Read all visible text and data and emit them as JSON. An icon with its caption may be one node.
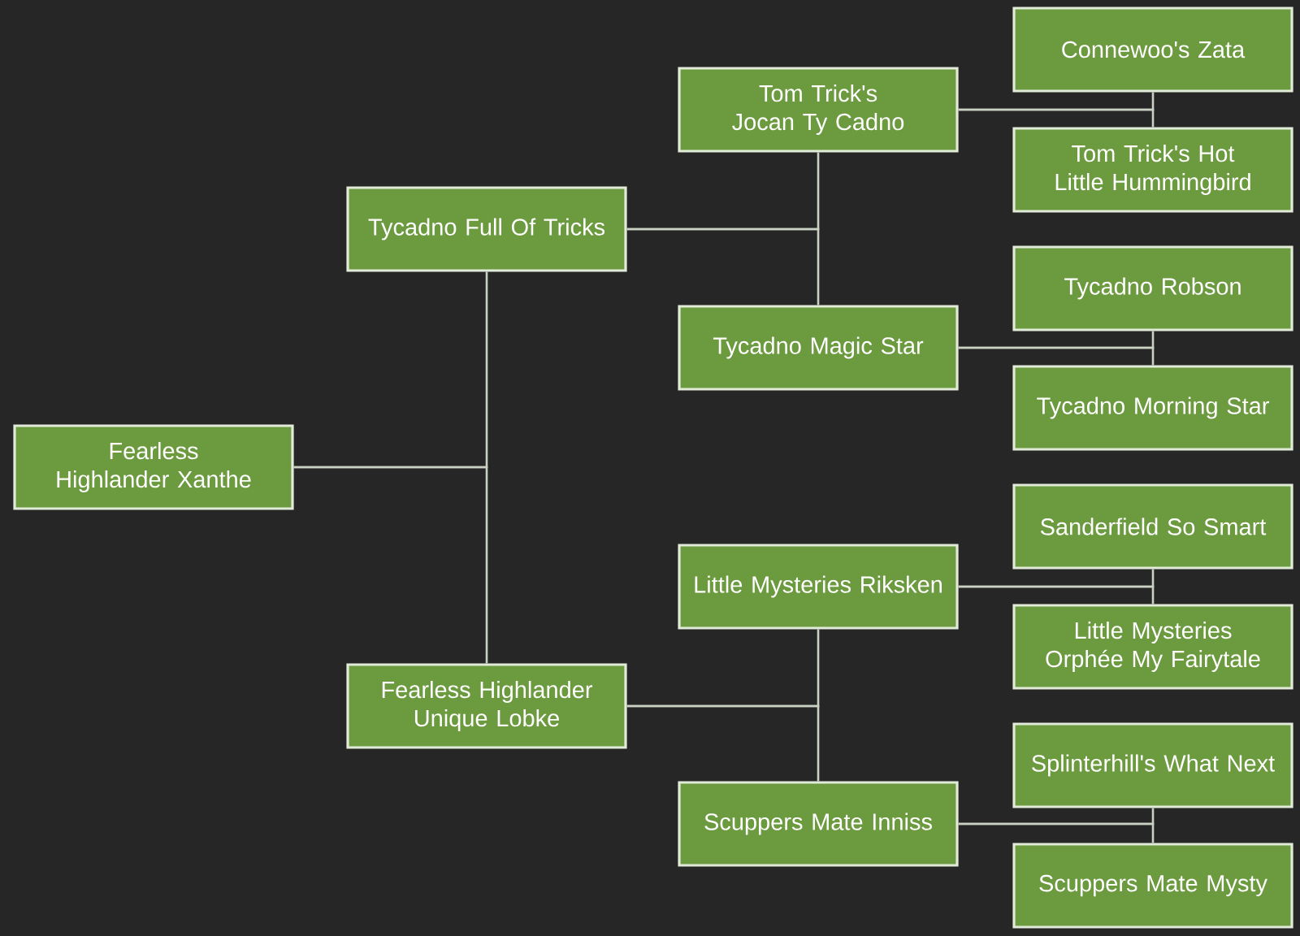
{
  "diagram": {
    "nodes": [
      {
        "text": [
          "Fearless Highlander Xanthe"
        ]
      },
      {
        "text": [
          "Tycadno Full Of Tricks"
        ]
      },
      {
        "text": [
          "Tom Trick's Jocan Ty Cadno"
        ]
      },
      {
        "text": [
          "Connewoo's Zata"
        ]
      },
      {
        "text": [
          "Tom Trick's Hot Little Hummingbird"
        ]
      },
      {
        "text": [
          "Tycadno Magic Star"
        ]
      },
      {
        "text": [
          "Tycadno Robson"
        ]
      },
      {
        "text": [
          "Tycadno Morning Star"
        ]
      },
      {
        "text": [
          "Fearless Highlander Unique Lobke"
        ]
      },
      {
        "text": [
          "Little Mysteries Riksken"
        ]
      },
      {
        "text": [
          "Sanderfield So Smart"
        ]
      },
      {
        "text": [
          "Little Mysteries Orphée My Fairytale"
        ]
      },
      {
        "text": [
          "Splinterhill's What Next"
        ]
      },
      {
        "text": [
          "Scuppers Mate Inniss"
        ]
      },
      {
        "text": [
          "Scuppers Mate Mysty"
        ]
      }
    ],
    "edges": [
      {
        "from": 0,
        "to": 1,
        "arrow": "none"
      },
      {
        "from": 0,
        "to": 8,
        "arrow": "none"
      },
      {
        "from": 1,
        "to": 2,
        "arrow": "none"
      },
      {
        "from": 1,
        "to": 5,
        "arrow": "none"
      },
      {
        "from": 2,
        "to": 3,
        "arrow": "none"
      },
      {
        "from": 2,
        "to": 4,
        "arrow": "none"
      },
      {
        "from": 5,
        "to": 6,
        "arrow": "none"
      },
      {
        "from": 5,
        "to": 7,
        "arrow": "none"
      },
      {
        "from": 8,
        "to": 9,
        "arrow": "none"
      },
      {
        "from": 8,
        "to": 13,
        "arrow": "none"
      },
      {
        "from": 9,
        "to": 10,
        "arrow": "none"
      },
      {
        "from": 9,
        "to": 11,
        "arrow": "none"
      },
      {
        "from": 13,
        "to": 12,
        "arrow": "none"
      },
      {
        "from": 13,
        "to": 14,
        "arrow": "none"
      }
    ]
  }
}
